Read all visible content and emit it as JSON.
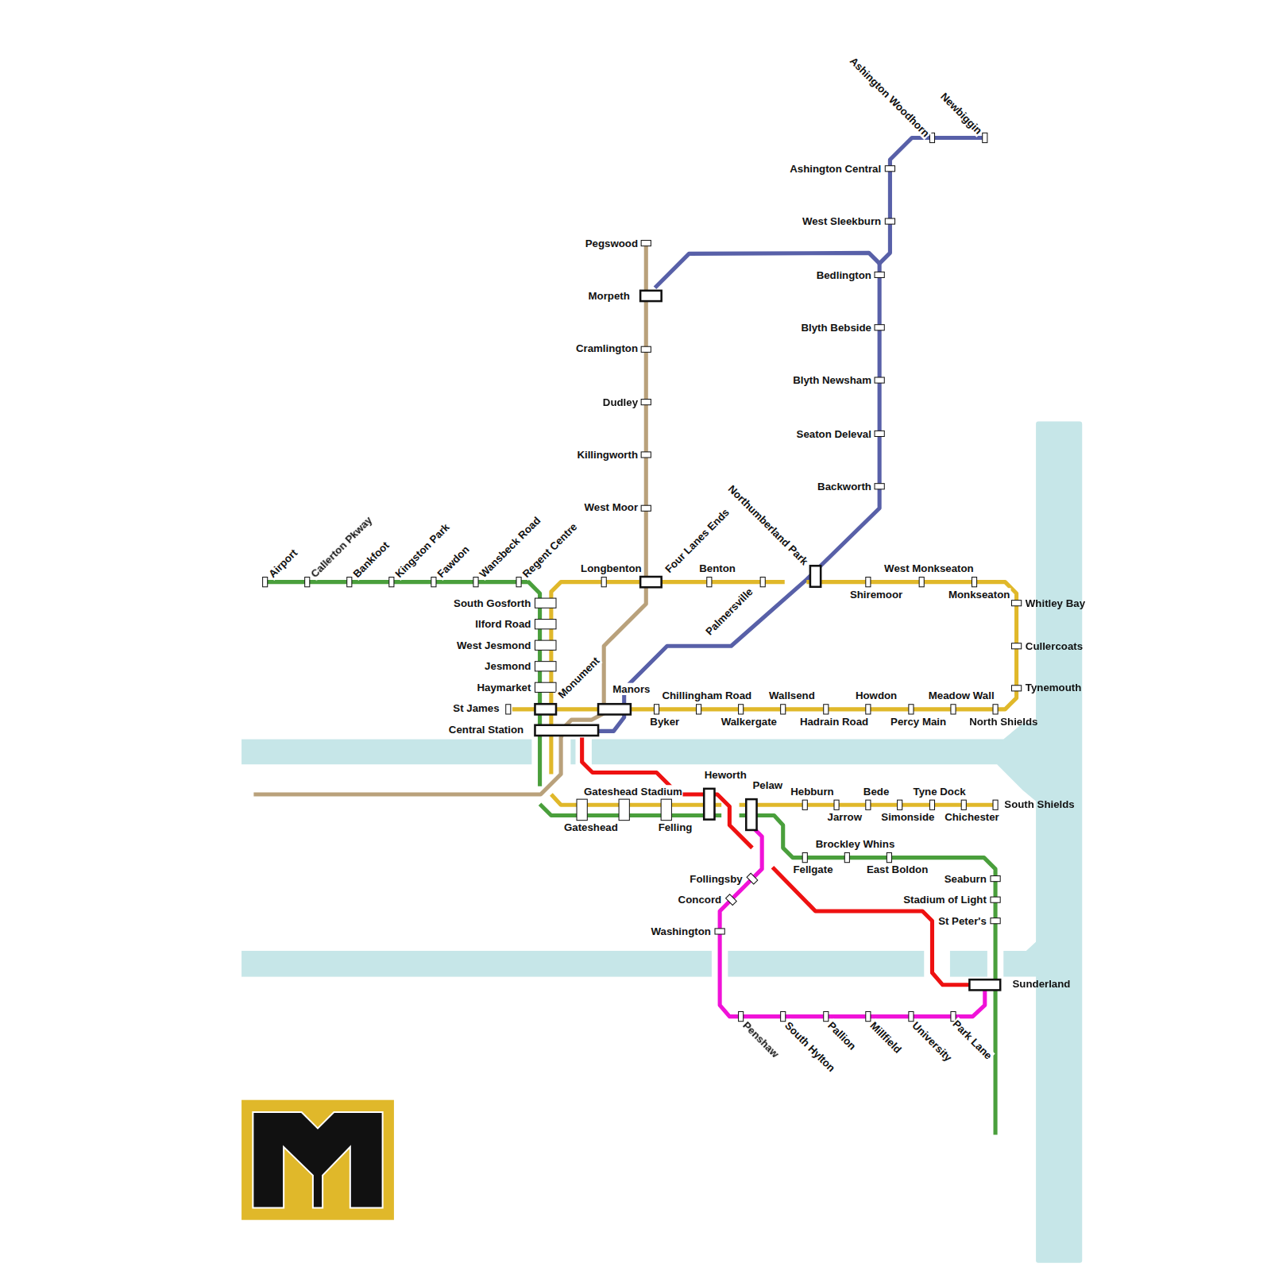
{
  "diagram": {
    "labels": [
      "Ashington Woodhorn",
      "Newbiggin",
      "Ashington Central",
      "West Sleekburn",
      "Pegswood",
      "Bedlington",
      "Morpeth",
      "Blyth Bebside",
      "Cramlington",
      "Blyth Newsham",
      "Dudley",
      "Seaton Deleval",
      "Killingworth",
      "Backworth",
      "Northumberland Park",
      "West Moor",
      "Airport",
      "Callerton Pkway",
      "Bankfoot",
      "Kingston Park",
      "Fawdon",
      "Wansbeck Road",
      "Regent Centre",
      "Four Lanes Ends",
      "Longbenton",
      "Benton",
      "West Monkseaton",
      "Shiremoor",
      "Monkseaton",
      "Palmersville",
      "South Gosforth",
      "Whitley Bay",
      "Ilford Road",
      "West Jesmond",
      "Cullercoats",
      "Jesmond",
      "Monument",
      "Haymarket",
      "Tynemouth",
      "Manors",
      "Chillingham Road",
      "Wallsend",
      "Howdon",
      "Meadow Wall",
      "St James",
      "Byker",
      "Walkergate",
      "Hadrain Road",
      "Percy Main",
      "North Shields",
      "Central Station",
      "Heworth",
      "Pelaw",
      "Gateshead Stadium",
      "Hebburn",
      "Bede",
      "Tyne Dock",
      "South Shields",
      "Gateshead",
      "Felling",
      "Jarrow",
      "Simonside",
      "Chichester",
      "Brockley Whins",
      "Fellgate",
      "East Boldon",
      "Follingsby",
      "Seaburn",
      "Concord",
      "Stadium of Light",
      "St Peter's",
      "Washington",
      "Sunderland",
      "Penshaw",
      "South Hylton",
      "Pallion",
      "Millfield",
      "University",
      "Park Lane"
    ]
  }
}
